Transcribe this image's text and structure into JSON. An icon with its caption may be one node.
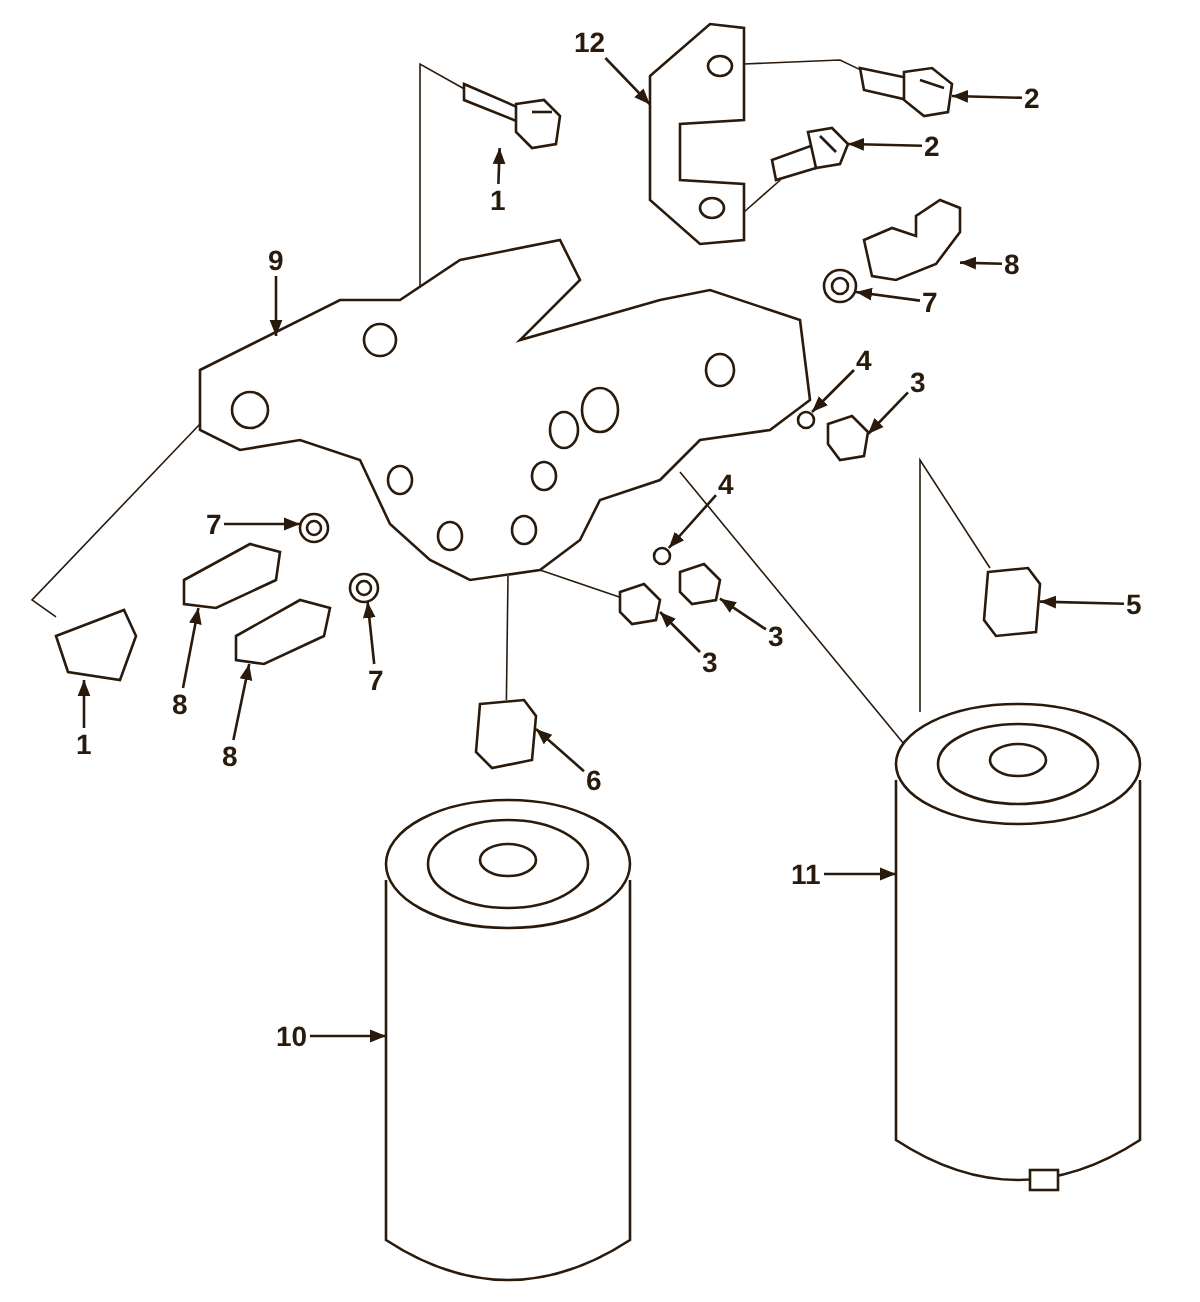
{
  "diagram": {
    "nodes": [
      {
        "text": [
          "1"
        ]
      },
      {
        "text": [
          "12"
        ]
      },
      {
        "text": [
          "2"
        ]
      },
      {
        "text": [
          "2"
        ]
      },
      {
        "text": [
          "8"
        ]
      },
      {
        "text": [
          "9"
        ]
      },
      {
        "text": [
          "7"
        ]
      },
      {
        "text": [
          "4"
        ]
      },
      {
        "text": [
          "3"
        ]
      },
      {
        "text": [
          "7"
        ]
      },
      {
        "text": [
          "4"
        ]
      },
      {
        "text": [
          "5"
        ]
      },
      {
        "text": [
          "8"
        ]
      },
      {
        "text": [
          "3"
        ]
      },
      {
        "text": [
          "3"
        ]
      },
      {
        "text": [
          "7"
        ]
      },
      {
        "text": [
          "1"
        ]
      },
      {
        "text": [
          "8"
        ]
      },
      {
        "text": [
          "6"
        ]
      },
      {
        "text": [
          "11"
        ]
      },
      {
        "text": [
          "10"
        ]
      },
      {
        "text": [],
        "shape": "picture"
      },
      {
        "text": [],
        "shape": "picture"
      },
      {
        "text": [],
        "shape": "picture"
      },
      {
        "text": [],
        "shape": "picture"
      },
      {
        "text": [],
        "shape": "box"
      },
      {
        "text": [],
        "shape": "picture"
      },
      {
        "text": [],
        "shape": "circle"
      },
      {
        "text": [],
        "shape": "circle"
      },
      {
        "text": [],
        "shape": "box"
      },
      {
        "text": [],
        "shape": "circle"
      },
      {
        "text": [],
        "shape": "circle"
      },
      {
        "text": [],
        "shape": "box"
      },
      {
        "text": [],
        "shape": "box"
      },
      {
        "text": [],
        "shape": "box"
      },
      {
        "text": [],
        "shape": "box"
      },
      {
        "text": [],
        "shape": "circle"
      },
      {
        "text": [],
        "shape": "box"
      },
      {
        "text": [],
        "shape": "box"
      },
      {
        "text": [],
        "shape": "box"
      },
      {
        "text": [],
        "shape": "cylinder"
      },
      {
        "text": [],
        "shape": "cylinder"
      }
    ],
    "edges": [
      {
        "from": 0,
        "to": 21,
        "arrow": "to"
      },
      {
        "from": 1,
        "to": 22,
        "arrow": "to"
      },
      {
        "from": 2,
        "to": 23,
        "arrow": "to"
      },
      {
        "from": 3,
        "to": 24,
        "arrow": "to"
      },
      {
        "from": 4,
        "to": 25,
        "arrow": "to"
      },
      {
        "from": 5,
        "to": 26,
        "arrow": "to"
      },
      {
        "from": 6,
        "to": 27,
        "arrow": "to"
      },
      {
        "from": 7,
        "to": 28,
        "arrow": "to"
      },
      {
        "from": 8,
        "to": 29,
        "arrow": "to"
      },
      {
        "from": 9,
        "to": 30,
        "arrow": "to"
      },
      {
        "from": 10,
        "to": 31,
        "arrow": "to"
      },
      {
        "from": 11,
        "to": 32,
        "arrow": "to"
      },
      {
        "from": 12,
        "to": 33,
        "arrow": "to"
      },
      {
        "from": 13,
        "to": 34,
        "arrow": "to"
      },
      {
        "from": 14,
        "to": 35,
        "arrow": "to"
      },
      {
        "from": 15,
        "to": 36,
        "arrow": "to"
      },
      {
        "from": 16,
        "to": 37,
        "arrow": "to"
      },
      {
        "from": 17,
        "to": 38,
        "arrow": "to"
      },
      {
        "from": 18,
        "to": 39,
        "arrow": "to"
      },
      {
        "from": 19,
        "to": 41,
        "arrow": "to"
      },
      {
        "from": 20,
        "to": 40,
        "arrow": "to"
      },
      {
        "from": 21,
        "to": 26,
        "arrow": "none"
      },
      {
        "from": 22,
        "to": 23,
        "arrow": "none"
      },
      {
        "from": 22,
        "to": 24,
        "arrow": "none"
      },
      {
        "from": 26,
        "to": 39,
        "arrow": "none"
      },
      {
        "from": 26,
        "to": 34,
        "arrow": "none"
      },
      {
        "from": 37,
        "to": 26,
        "arrow": "none"
      },
      {
        "from": 26,
        "to": 41,
        "arrow": "none"
      },
      {
        "from": 41,
        "to": 32,
        "arrow": "none"
      }
    ]
  }
}
